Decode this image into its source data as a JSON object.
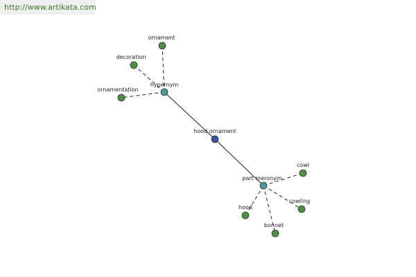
{
  "header": {
    "url": "http://www.artikata.com"
  },
  "colors": {
    "center": "#3d4ea0",
    "relation": "#4a9a9a",
    "leaf": "#4e8f45",
    "stroke": "#333333",
    "edge": "#222222"
  },
  "graph": {
    "center": {
      "id": "center",
      "label": "hood ornament"
    },
    "relations": [
      {
        "id": "hypernym",
        "label": "hypernym"
      },
      {
        "id": "part-meronym",
        "label": "part meronym"
      }
    ],
    "leaves": [
      {
        "id": "ornament",
        "label": "ornament",
        "relation": "hypernym"
      },
      {
        "id": "decoration",
        "label": "decoration",
        "relation": "hypernym"
      },
      {
        "id": "ornamentation",
        "label": "ornamentation",
        "relation": "hypernym"
      },
      {
        "id": "cowl",
        "label": "cowl",
        "relation": "part-meronym"
      },
      {
        "id": "cowling",
        "label": "cowling",
        "relation": "part-meronym"
      },
      {
        "id": "bonnet",
        "label": "bonnet",
        "relation": "part-meronym"
      },
      {
        "id": "hood",
        "label": "hood",
        "relation": "part-meronym"
      }
    ]
  }
}
